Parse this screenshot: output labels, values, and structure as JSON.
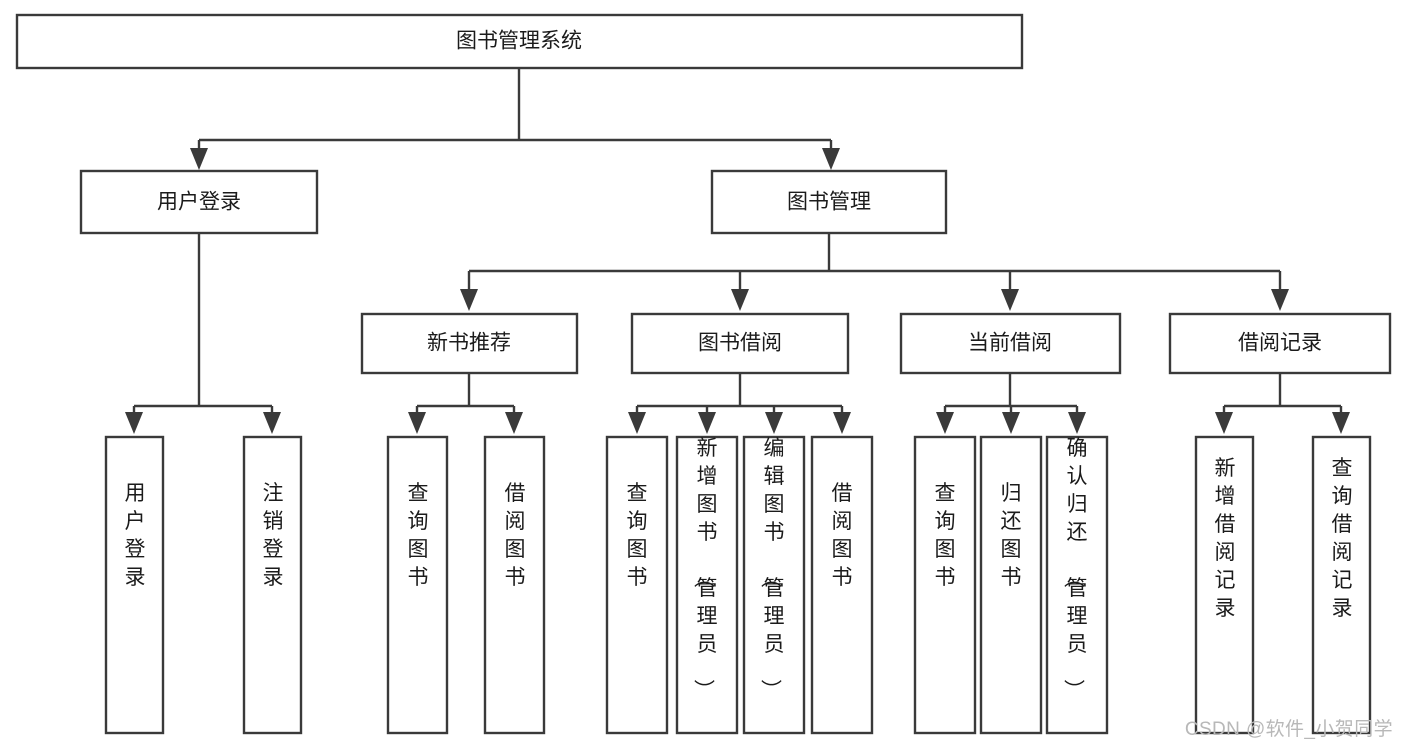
{
  "diagram": {
    "title": "图书管理系统",
    "type": "tree-hierarchy-chart",
    "root": {
      "id": "root",
      "label": "图书管理系统",
      "orientation": "horizontal"
    },
    "level1": [
      {
        "id": "user-login",
        "label": "用户登录",
        "orientation": "horizontal"
      },
      {
        "id": "book-management",
        "label": "图书管理",
        "orientation": "horizontal"
      }
    ],
    "level2": [
      {
        "id": "new-book-recommend",
        "label": "新书推荐",
        "orientation": "horizontal",
        "parent": "book-management"
      },
      {
        "id": "book-borrow",
        "label": "图书借阅",
        "orientation": "horizontal",
        "parent": "book-management"
      },
      {
        "id": "current-borrow",
        "label": "当前借阅",
        "orientation": "horizontal",
        "parent": "book-management"
      },
      {
        "id": "borrow-record",
        "label": "借阅记录",
        "orientation": "horizontal",
        "parent": "book-management"
      }
    ],
    "leaves": [
      {
        "id": "leaf-user-login",
        "label": "用户登录",
        "orientation": "vertical",
        "parent": "user-login"
      },
      {
        "id": "leaf-logout-login",
        "label": "注销登录",
        "orientation": "vertical",
        "parent": "user-login"
      },
      {
        "id": "leaf-query-book-1",
        "label": "查询图书",
        "orientation": "vertical",
        "parent": "new-book-recommend"
      },
      {
        "id": "leaf-borrow-book-1",
        "label": "借阅图书",
        "orientation": "vertical",
        "parent": "new-book-recommend"
      },
      {
        "id": "leaf-query-book-2",
        "label": "查询图书",
        "orientation": "vertical",
        "parent": "book-borrow"
      },
      {
        "id": "leaf-add-book",
        "label": "新增图书（管理员）",
        "orientation": "vertical",
        "parent": "book-borrow"
      },
      {
        "id": "leaf-edit-book",
        "label": "编辑图书（管理员）",
        "orientation": "vertical",
        "parent": "book-borrow"
      },
      {
        "id": "leaf-borrow-book-2",
        "label": "借阅图书",
        "orientation": "vertical",
        "parent": "book-borrow"
      },
      {
        "id": "leaf-query-book-3",
        "label": "查询图书",
        "orientation": "vertical",
        "parent": "current-borrow"
      },
      {
        "id": "leaf-return-book",
        "label": "归还图书",
        "orientation": "vertical",
        "parent": "current-borrow"
      },
      {
        "id": "leaf-confirm-return",
        "label": "确认归还（管理员）",
        "orientation": "vertical",
        "parent": "current-borrow"
      },
      {
        "id": "leaf-add-record",
        "label": "新增借阅记录",
        "orientation": "vertical",
        "parent": "borrow-record"
      },
      {
        "id": "leaf-query-record",
        "label": "查询借阅记录",
        "orientation": "vertical",
        "parent": "borrow-record"
      }
    ],
    "colors": {
      "stroke": "#3a3a3a",
      "box_fill": "#ffffff",
      "text": "#1b1b1b",
      "background": "#ffffff",
      "watermark": "#b8b8b8"
    }
  },
  "watermark": {
    "text": "CSDN @软件_小贺同学"
  }
}
